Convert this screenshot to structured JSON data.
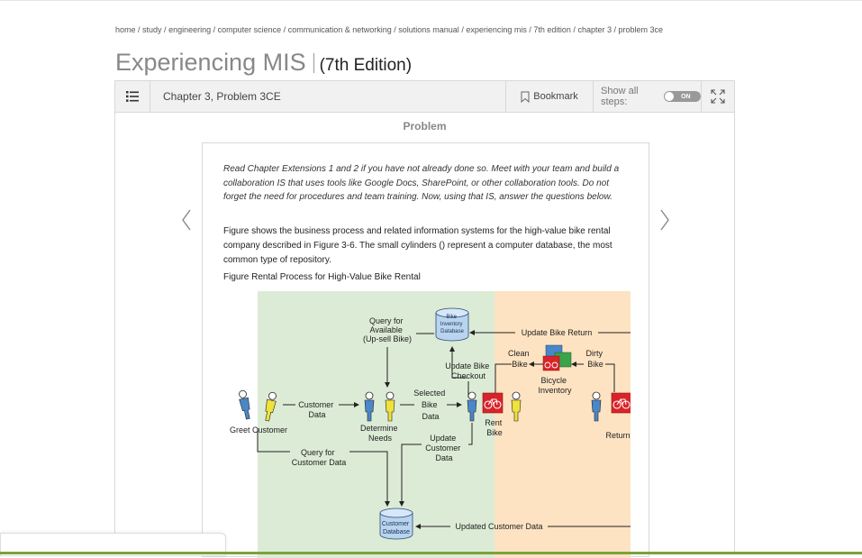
{
  "breadcrumb": [
    "home",
    "study",
    "engineering",
    "computer science",
    "communication & networking",
    "solutions manual",
    "experiencing mis",
    "7th edition",
    "chapter 3",
    "problem 3ce"
  ],
  "breadcrumb_sep": " / ",
  "title": {
    "main": "Experiencing MIS",
    "edition": "(7th Edition)"
  },
  "toolbar": {
    "chapter": "Chapter 3, Problem 3CE",
    "bookmark": "Bookmark",
    "show_steps": "Show all steps:",
    "toggle": "ON"
  },
  "problem_label": "Problem",
  "problem": {
    "intro": "Read Chapter Extensions 1 and 2 if you have not already done so. Meet with your team and build a collaboration IS that uses tools like Google Docs, SharePoint, or other collaboration tools. Do not forget the need for procedures and team training. Now, using that IS, answer the questions below.",
    "paragraph": "Figure shows the business process and related information systems for the high-value bike rental company described in Figure 3-6. The small cylinders () represent a computer database, the most common type of repository.",
    "figure_caption": "Figure Rental Process for High-Value Bike Rental"
  },
  "figure": {
    "inventory_db": [
      "Bike",
      "Inventory",
      "Database"
    ],
    "customer_db": [
      "Customer",
      "Database"
    ],
    "query_available": [
      "Query for",
      "Available",
      "(Up-sell Bike)"
    ],
    "update_return": "Update Bike Return",
    "update_checkout": [
      "Update Bike",
      "Checkout"
    ],
    "clean_bike": [
      "Clean",
      "Bike"
    ],
    "dirty_bike": [
      "Dirty",
      "Bike"
    ],
    "bicycle_inventory": [
      "Bicycle",
      "Inventory"
    ],
    "customer_data": [
      "Customer",
      "Data"
    ],
    "determine_needs": [
      "Determine",
      "Needs"
    ],
    "selected_bike_data": [
      "Selected",
      "Bike",
      "Data"
    ],
    "rent_bike": [
      "Rent",
      "Bike"
    ],
    "greet_customer": "Greet Customer",
    "return_label": "Return",
    "update_customer_data": [
      "Update",
      "Customer",
      "Data"
    ],
    "query_customer": [
      "Query for",
      "Customer Data"
    ],
    "updated_customer_data": "Updated Customer Data"
  }
}
